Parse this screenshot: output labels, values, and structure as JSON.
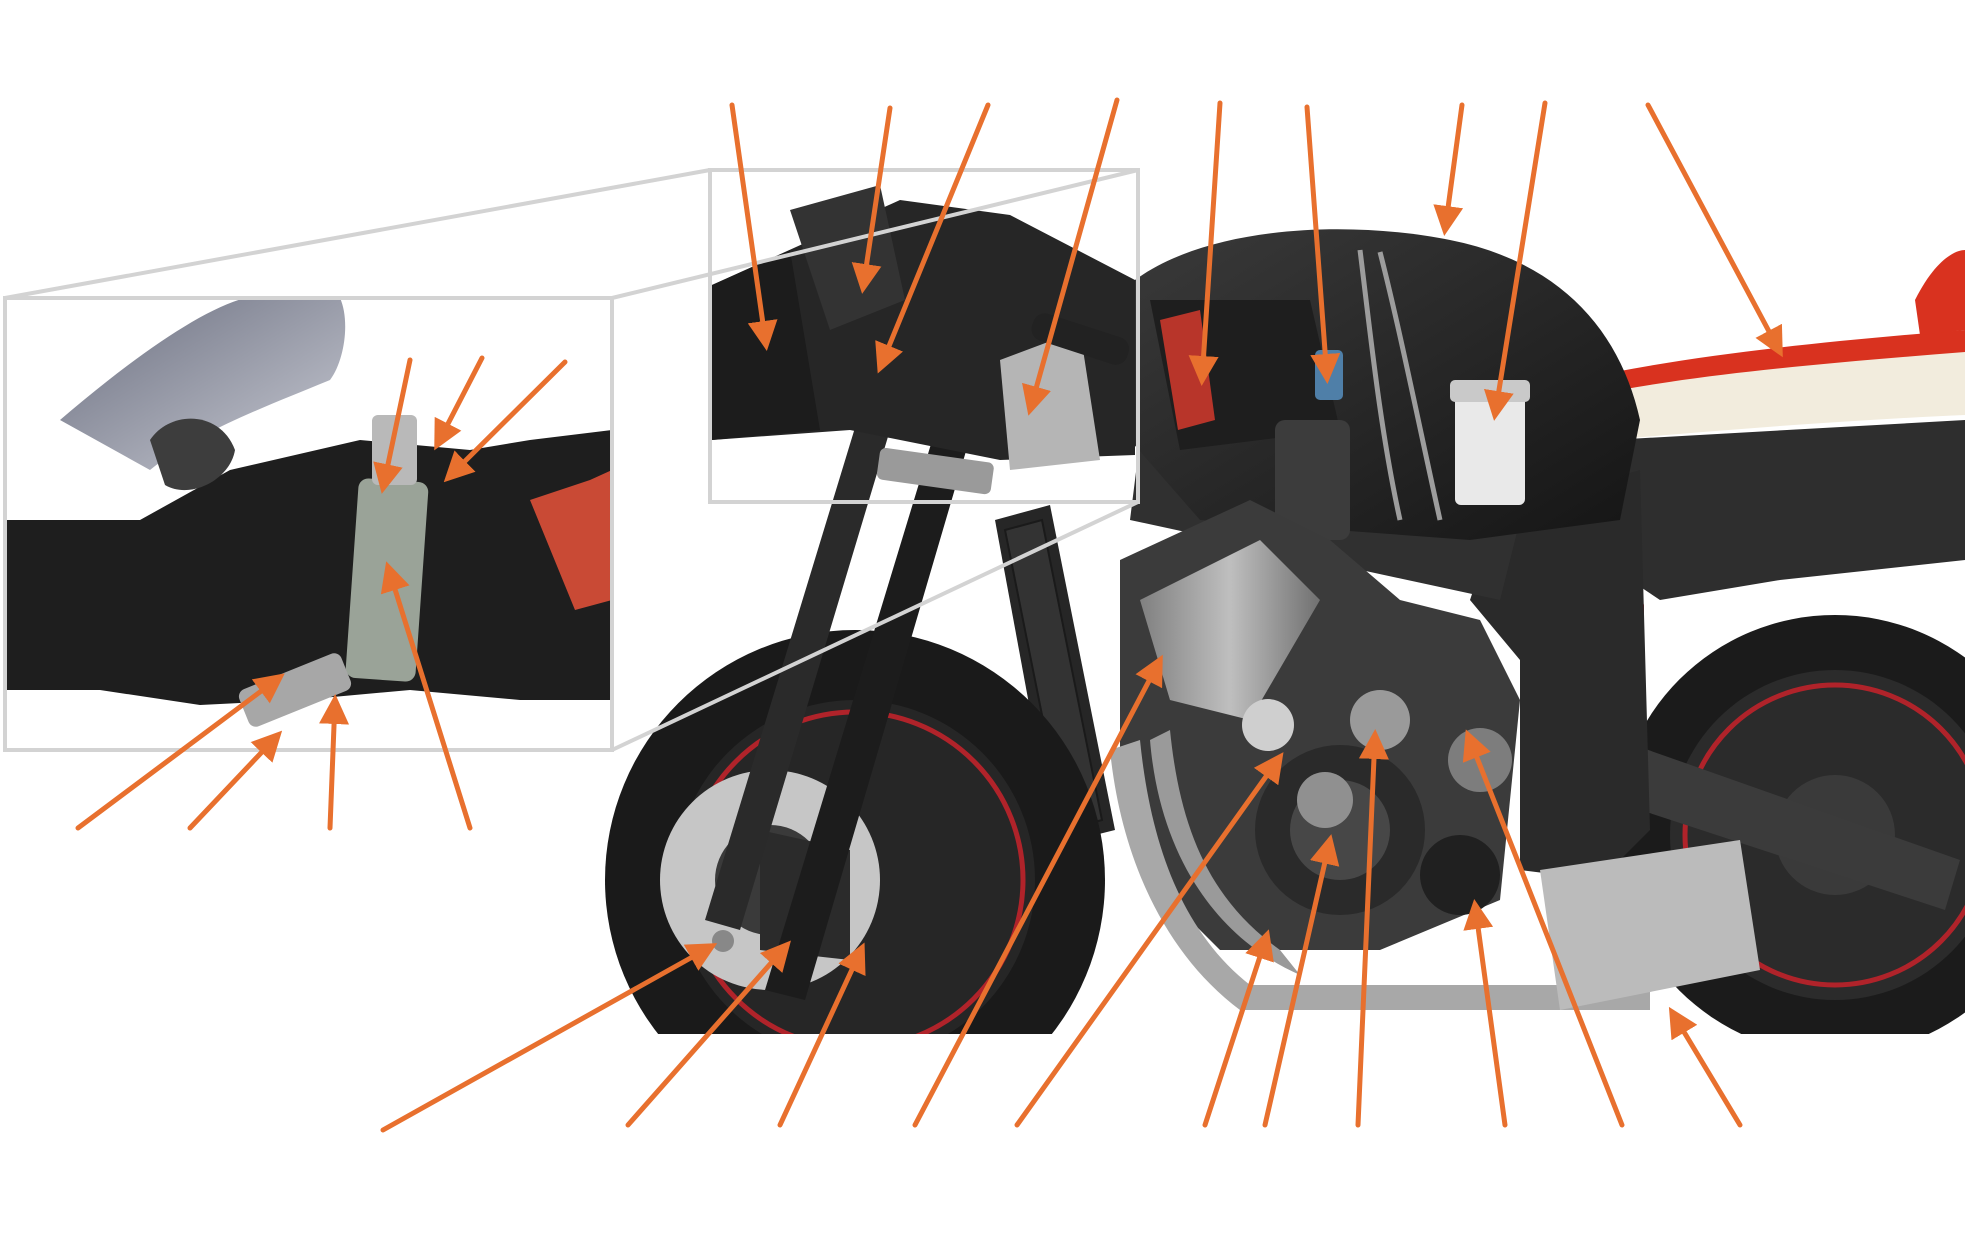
{
  "diagram": {
    "title": "",
    "subject": "motorcycle-cutaway",
    "inset": "steering-head-detail",
    "colors": {
      "callout": "#E8702E",
      "inset_frame": "#D3D3D3",
      "background": "#FFFFFF",
      "body_dark": "#2A2A2A",
      "seat_red": "#D9321F",
      "seat_cream": "#F2ECDD",
      "metal": "#B9B9B9"
    },
    "callouts": [
      {
        "id": "c01",
        "label": ""
      },
      {
        "id": "c02",
        "label": ""
      },
      {
        "id": "c03",
        "label": ""
      },
      {
        "id": "c04",
        "label": ""
      },
      {
        "id": "c05",
        "label": ""
      },
      {
        "id": "c06",
        "label": ""
      },
      {
        "id": "c07",
        "label": ""
      },
      {
        "id": "c08",
        "label": ""
      },
      {
        "id": "c09",
        "label": ""
      },
      {
        "id": "c10",
        "label": ""
      },
      {
        "id": "c11",
        "label": ""
      },
      {
        "id": "c12",
        "label": ""
      },
      {
        "id": "c13",
        "label": ""
      },
      {
        "id": "c14",
        "label": ""
      },
      {
        "id": "c15",
        "label": ""
      },
      {
        "id": "c16",
        "label": ""
      },
      {
        "id": "c17",
        "label": ""
      },
      {
        "id": "c18",
        "label": ""
      },
      {
        "id": "c19",
        "label": ""
      },
      {
        "id": "c20",
        "label": ""
      },
      {
        "id": "c21",
        "label": ""
      },
      {
        "id": "c22",
        "label": ""
      },
      {
        "id": "c23",
        "label": ""
      },
      {
        "id": "c24",
        "label": ""
      },
      {
        "id": "c25",
        "label": ""
      },
      {
        "id": "c26",
        "label": ""
      },
      {
        "id": "c27",
        "label": ""
      },
      {
        "id": "c28",
        "label": ""
      },
      {
        "id": "c29",
        "label": ""
      }
    ]
  }
}
